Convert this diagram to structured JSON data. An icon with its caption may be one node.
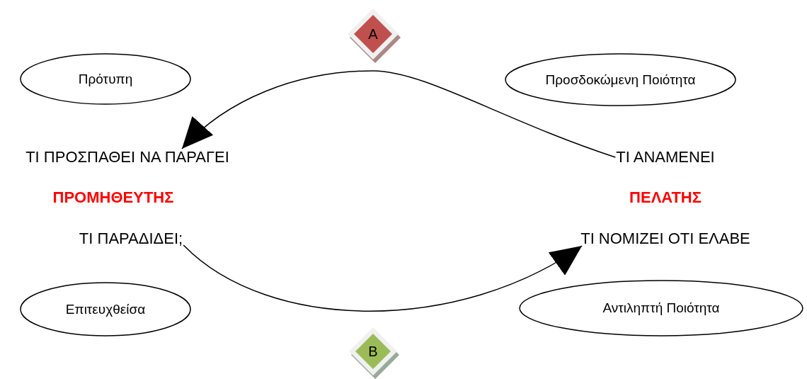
{
  "diagram": {
    "nodes": [
      {
        "text": [
          "A"
        ]
      },
      {
        "text": [
          "Πρότυπη"
        ]
      },
      {
        "text": [
          "Προσδοκώμενη Ποιότητα"
        ]
      },
      {
        "text": [
          "ΤΙ ΠΡΟΣΠΑΘΕΙ ΝΑ ΠΑΡΑΓΕΙ"
        ]
      },
      {
        "text": [
          "ΤΙ ΑΝΑΜΕΝΕΙ"
        ]
      },
      {
        "text": [
          "ΤΙ ΠΑΡΑΔΙΔΕΙ;"
        ]
      },
      {
        "text": [
          "ΤΙ ΝΟΜΙΖΕΙ ΟΤΙ ΕΛΑΒΕ"
        ]
      },
      {
        "text": [
          "Επιτευχθείσα"
        ]
      },
      {
        "text": [
          "Αντιληπτή Ποιότητα"
        ]
      },
      {
        "text": [
          "B"
        ]
      }
    ],
    "edges": [
      {
        "from": 4,
        "to": 3,
        "arrow": "to"
      },
      {
        "from": 5,
        "to": 6,
        "arrow": "to"
      }
    ],
    "labels": [
      "ΠΡΟΜΗΘΕΥΤΗΣ",
      "ΠΕΛΑΤΗΣ"
    ]
  }
}
